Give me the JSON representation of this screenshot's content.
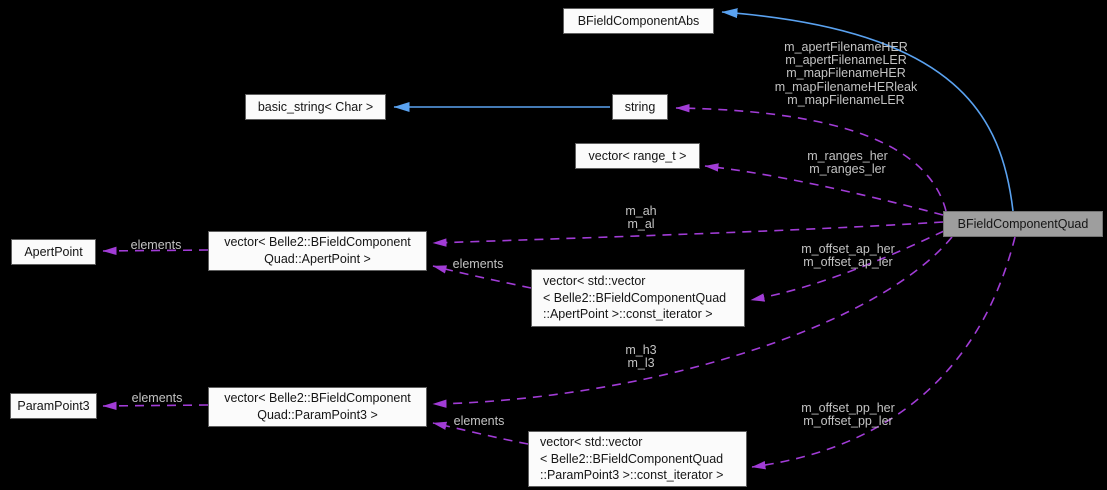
{
  "diagram": {
    "type": "collaboration-graph",
    "colors": {
      "background": "#000000",
      "inheritance_edge": "#5aa2f0",
      "usage_edge": "#a13cd6",
      "edge_label_text": "#c3c3c3",
      "node_fill": "#fbfbfb",
      "node_border": "#5f5f5f",
      "node_text": "#151515",
      "highlight_node_fill": "#9e9e9e"
    },
    "nodes": [
      {
        "id": "BFieldComponentAbs",
        "label": "BFieldComponentAbs",
        "highlighted": false
      },
      {
        "id": "basic_string_char",
        "label": "basic_string< Char >",
        "highlighted": false
      },
      {
        "id": "string",
        "label": "string",
        "highlighted": false
      },
      {
        "id": "vector_range_t",
        "label": "vector< range_t >",
        "highlighted": false
      },
      {
        "id": "BFieldComponentQuad",
        "label": "BFieldComponentQuad",
        "highlighted": true
      },
      {
        "id": "ApertPoint",
        "label": "ApertPoint",
        "highlighted": false
      },
      {
        "id": "vector_apertpoint",
        "label": "vector< Belle2::BFieldComponent\nQuad::ApertPoint >",
        "highlighted": false
      },
      {
        "id": "vector_apertpoint_const_iterator",
        "label": "vector< std::vector\n< Belle2::BFieldComponentQuad\n::ApertPoint >::const_iterator >",
        "highlighted": false
      },
      {
        "id": "ParamPoint3",
        "label": "ParamPoint3",
        "highlighted": false
      },
      {
        "id": "vector_parampoint3",
        "label": "vector< Belle2::BFieldComponent\nQuad::ParamPoint3 >",
        "highlighted": false
      },
      {
        "id": "vector_parampoint3_const_iterator",
        "label": "vector< std::vector\n< Belle2::BFieldComponentQuad\n::ParamPoint3 >::const_iterator >",
        "highlighted": false
      }
    ],
    "edges": [
      {
        "from": "BFieldComponentQuad",
        "to": "BFieldComponentAbs",
        "type": "inheritance",
        "label": ""
      },
      {
        "from": "string",
        "to": "basic_string_char",
        "type": "inheritance",
        "label": ""
      },
      {
        "from": "BFieldComponentQuad",
        "to": "string",
        "type": "usage",
        "label": "m_apertFilenameHER\nm_apertFilenameLER\nm_mapFilenameHER\nm_mapFilenameHERleak\nm_mapFilenameLER"
      },
      {
        "from": "BFieldComponentQuad",
        "to": "vector_range_t",
        "type": "usage",
        "label": "m_ranges_her\nm_ranges_ler"
      },
      {
        "from": "BFieldComponentQuad",
        "to": "vector_apertpoint",
        "type": "usage",
        "label": "m_ah\nm_al"
      },
      {
        "from": "BFieldComponentQuad",
        "to": "vector_apertpoint_const_iterator",
        "type": "usage",
        "label": "m_offset_ap_her\nm_offset_ap_ler"
      },
      {
        "from": "BFieldComponentQuad",
        "to": "vector_parampoint3",
        "type": "usage",
        "label": "m_h3\nm_l3"
      },
      {
        "from": "BFieldComponentQuad",
        "to": "vector_parampoint3_const_iterator",
        "type": "usage",
        "label": "m_offset_pp_her\nm_offset_pp_ler"
      },
      {
        "from": "vector_apertpoint",
        "to": "ApertPoint",
        "type": "usage",
        "label": "elements"
      },
      {
        "from": "vector_apertpoint_const_iterator",
        "to": "vector_apertpoint",
        "type": "usage",
        "label": "elements"
      },
      {
        "from": "vector_parampoint3",
        "to": "ParamPoint3",
        "type": "usage",
        "label": "elements"
      },
      {
        "from": "vector_parampoint3_const_iterator",
        "to": "vector_parampoint3",
        "type": "usage",
        "label": "elements"
      }
    ]
  }
}
